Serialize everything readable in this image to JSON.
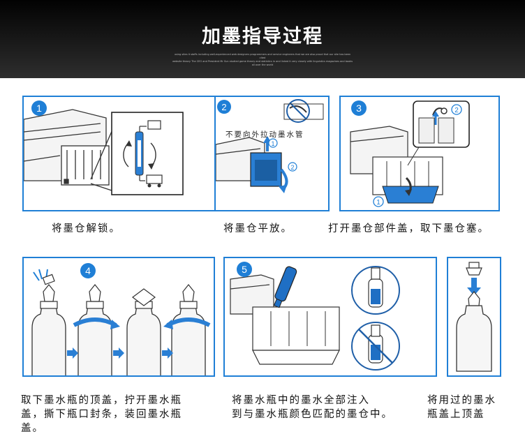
{
  "banner": {
    "title": "加墨指导过程",
    "subtitle_line1": "using sites it staffs including well-experienced web designers programmers and service engineers that we are also proud that our site has been cited",
    "subtitle_line2": "website theory The CEO and President Mr Sun studied game theory and statistics in and linked it very closely with linguistics magazines and books all over the world"
  },
  "steps": [
    {
      "number": "1",
      "caption": "将墨仓解锁。"
    },
    {
      "number": "2",
      "warning": "不要向外拉动墨水管",
      "caption": "将墨仓平放。"
    },
    {
      "number": "3",
      "caption": "打开墨仓部件盖，取下墨仓塞。"
    },
    {
      "number": "4",
      "caption_line1": "取下墨水瓶的顶盖，拧开墨水瓶",
      "caption_line2": "盖，撕下瓶口封条，装回墨水瓶",
      "caption_line3": "盖。"
    },
    {
      "number": "5",
      "caption_line1": "将墨水瓶中的墨水全部注入",
      "caption_line2": "到与墨水瓶颜色匹配的墨仓中。"
    },
    {
      "caption_line1": "将用过的墨水",
      "caption_line2": "瓶盖上顶盖"
    }
  ],
  "sub_markers": {
    "one": "1",
    "two": "2"
  },
  "colors": {
    "panel_border": "#1f7fd6",
    "step_badge": "#1f7fd6",
    "arrow_blue": "#2a7fd4",
    "prohibit_red": "#1f5fa8"
  },
  "icons": [
    "printer-icon",
    "lock-arrow-icon",
    "ink-bottle-icon",
    "prohibited-icon",
    "down-arrow-icon",
    "right-arrow-icon"
  ]
}
